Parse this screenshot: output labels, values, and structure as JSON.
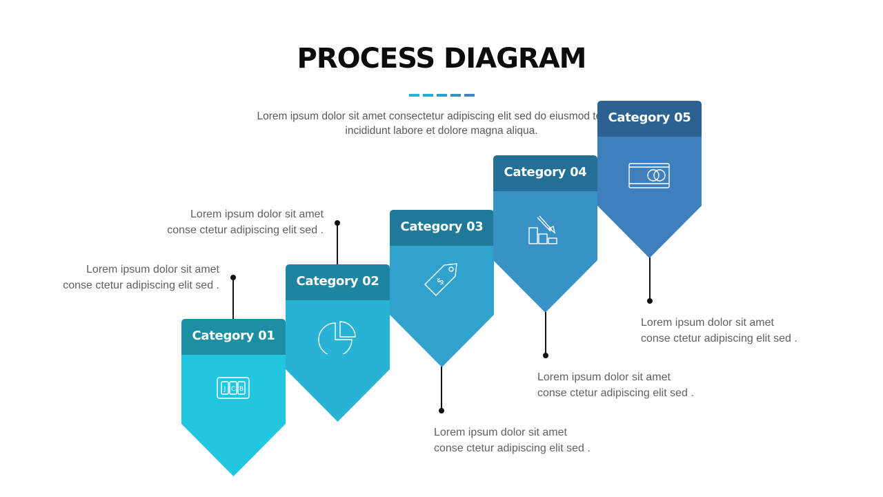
{
  "title": "PROCESS DIAGRAM",
  "subtitle": {
    "line1": "Lorem ipsum dolor sit amet consectetur adipiscing elit sed do eiusmod tempor",
    "line2": "incididunt labore et dolore magna aliqua."
  },
  "accent_dashes": [
    "#1fb8d8",
    "#23aed6",
    "#2a9fd0",
    "#3592c9",
    "#3d86c0"
  ],
  "categories": [
    {
      "label": "Category 01",
      "icon": "jcb-card-icon",
      "header_color": "#1e8ea3",
      "body_color": "#22c6df",
      "desc_line1": "Lorem ipsum dolor sit amet",
      "desc_line2": "conse ctetur adipiscing elit sed ."
    },
    {
      "label": "Category 02",
      "icon": "pie-chart-icon",
      "header_color": "#1d85a0",
      "body_color": "#28b2d4",
      "desc_line1": "Lorem ipsum dolor sit amet",
      "desc_line2": "conse ctetur adipiscing elit sed ."
    },
    {
      "label": "Category 03",
      "icon": "price-tag-icon",
      "header_color": "#1f7a99",
      "body_color": "#31a2cb",
      "desc_line1": "Lorem ipsum dolor sit amet",
      "desc_line2": "conse ctetur adipiscing elit sed ."
    },
    {
      "label": "Category 04",
      "icon": "declining-chart-icon",
      "header_color": "#236f96",
      "body_color": "#3992c6",
      "desc_line1": "Lorem ipsum dolor sit amet",
      "desc_line2": "conse ctetur adipiscing elit sed ."
    },
    {
      "label": "Category 05",
      "icon": "credit-card-icon",
      "header_color": "#2b6292",
      "body_color": "#3d80bd",
      "desc_line1": "Lorem ipsum dolor sit amet",
      "desc_line2": "conse ctetur adipiscing elit sed ."
    }
  ]
}
